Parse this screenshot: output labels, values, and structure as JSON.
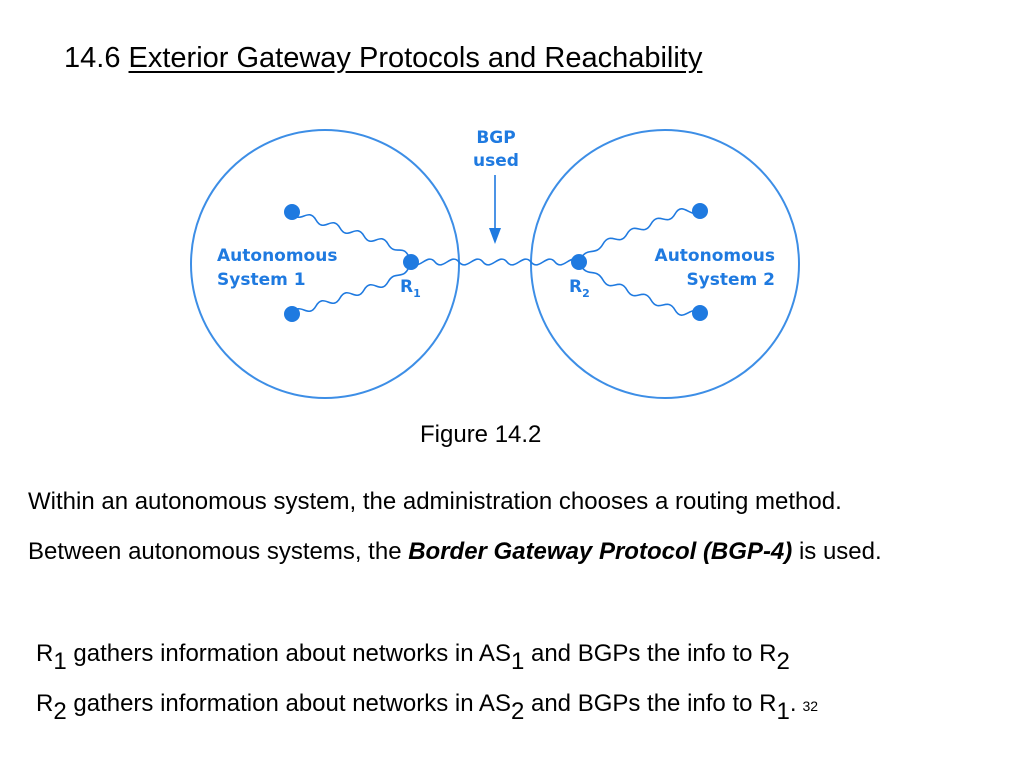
{
  "slide": {
    "title_num": "14.6",
    "title_text": "Exterior Gateway Protocols and Reachability",
    "page_number": "32"
  },
  "figure": {
    "caption": "Figure 14.2",
    "bgp_label_1": "BGP",
    "bgp_label_2": "used",
    "as1_line1": "Autonomous",
    "as1_line2": "System 1",
    "as2_line1": "Autonomous",
    "as2_line2": "System 2",
    "r1_main": "R",
    "r1_sub": "1",
    "r2_main": "R",
    "r2_sub": "2",
    "accent_color": "#1f7ae0",
    "circle_color": "#3d8ee6"
  },
  "body": {
    "para1": "Within an autonomous system, the administration chooses a routing method.",
    "para2_pre": "Between autonomous systems, the ",
    "para2_emph": "Border Gateway Protocol (BGP-4)",
    "para2_post": " is used.",
    "line1": {
      "r": "R",
      "r_sub": "1",
      "text1": " gathers information about networks in AS",
      "as_sub": "1",
      "text2": " and BGPs the info to R",
      "end_sub": "2",
      "end": ""
    },
    "line2": {
      "r": "R",
      "r_sub": "2",
      "text1": " gathers information about networks in AS",
      "as_sub": "2",
      "text2": " and BGPs the info to R",
      "end_sub": "1",
      "end": "."
    }
  }
}
